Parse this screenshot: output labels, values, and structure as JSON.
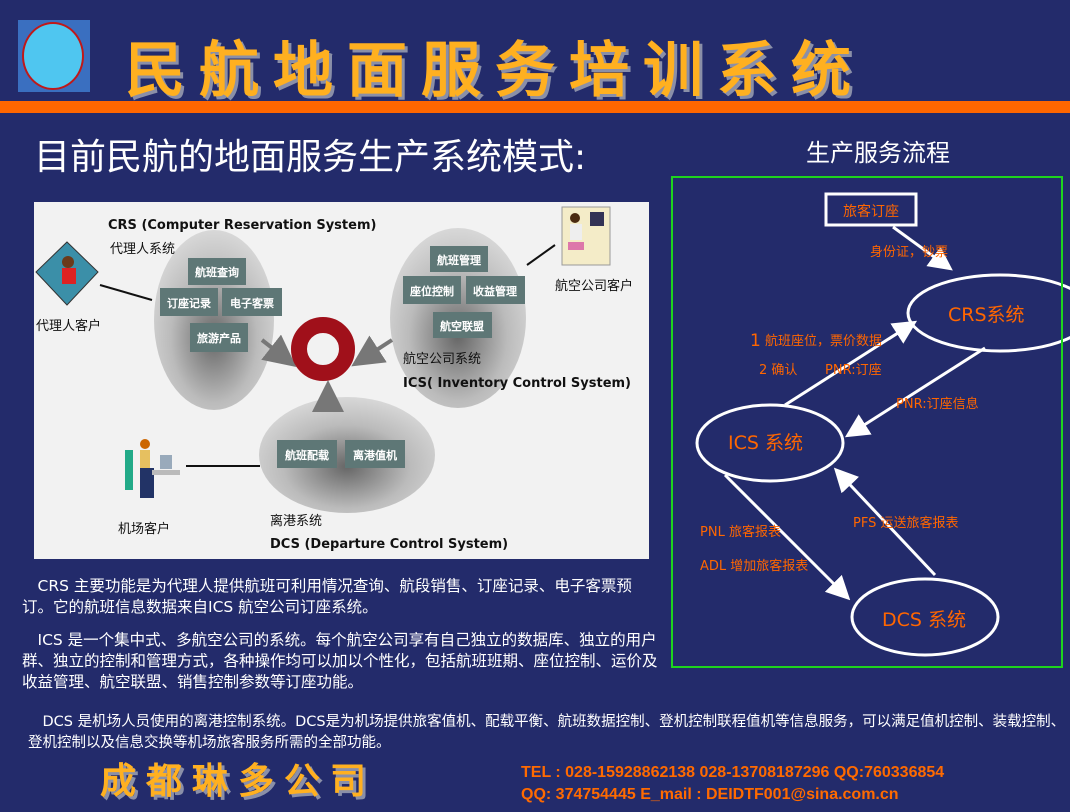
{
  "header": {
    "title": "民航地面服务培训系统",
    "logo_icon": "airline-logo-icon"
  },
  "subtitle": "目前民航的地面服务生产系统模式:",
  "diagram": {
    "crs_title": "CRS (Computer Reservation System)",
    "crs_cn": "代理人系统",
    "crs_modules": [
      "航班查询",
      "订座记录",
      "电子客票",
      "旅游产品"
    ],
    "agent_customer": "代理人客户",
    "ics_modules": [
      "航班管理",
      "座位控制",
      "收益管理",
      "航空联盟"
    ],
    "ics_cn": "航空公司系统",
    "ics_title": "ICS( Inventory Control System)",
    "airline_customer": "航空公司客户",
    "dcs_modules": [
      "航班配载",
      "离港值机"
    ],
    "dcs_cn": "离港系统",
    "dcs_title": "DCS (Departure Control System)",
    "airport_customer": "机场客户"
  },
  "flow": {
    "title": "生产服务流程",
    "booking": "旅客订座",
    "crs": "CRS系统",
    "ics": "ICS 系统",
    "dcs": "DCS 系统",
    "id_ticket": "身份证，钞票",
    "seat_fare_num": "1",
    "seat_fare": "航班座位，票价数据",
    "confirm": "2 确认",
    "pnr_booking": "PNR:订座",
    "pnr_info": "PNR:订座信息",
    "pnl": "PNL  旅客报表",
    "adl": "ADL 增加旅客报表",
    "pfs": "PFS 运送旅客报表"
  },
  "paragraphs": [
    "　CRS 主要功能是为代理人提供航班可利用情况查询、航段销售、订座记录、电子客票预订。它的航班信息数据来自ICS 航空公司订座系统。",
    "　ICS 是一个集中式、多航空公司的系统。每个航空公司享有自己独立的数据库、独立的用户群、独立的控制和管理方式，各种操作均可以加以个性化，包括航班班期、座位控制、运价及收益管理、航空联盟、销售控制参数等订座功能。",
    "　DCS 是机场人员使用的离港控制系统。DCS是为机场提供旅客值机、配载平衡、航班数据控制、登机控制联程值机等信息服务，可以满足值机控制、装载控制、登机控制以及信息交换等机场旅客服务所需的全部功能。"
  ],
  "footer": {
    "company": "成都琳多公司",
    "contact_line1": "TEL : 028-15928862138  028-13708187296   QQ:760336854",
    "contact_line2": "QQ: 374754445   E_mail : DEIDTF001@sina.com.cn"
  },
  "colors": {
    "background": "#232b6b",
    "accent": "#ff6600",
    "frame": "#1ed41e"
  }
}
